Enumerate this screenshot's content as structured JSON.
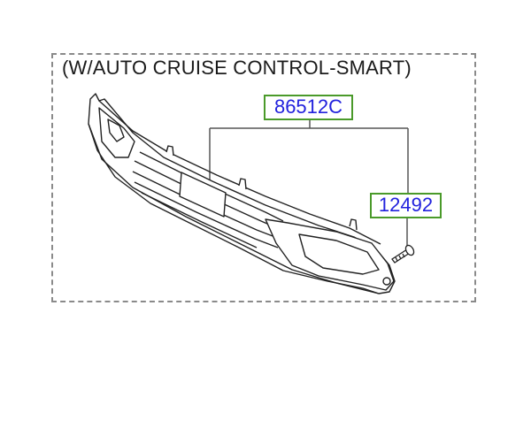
{
  "diagram": {
    "title": "(W/AUTO CRUISE CONTROL-SMART)",
    "parts": [
      {
        "number": "86512C",
        "description": "front bumper lower grille assembly"
      },
      {
        "number": "12492",
        "description": "screw"
      }
    ],
    "colors": {
      "label_border": "#4a9a2a",
      "label_text": "#2222dd",
      "frame": "#8a8a8a",
      "leader_lines": "#555555"
    }
  }
}
